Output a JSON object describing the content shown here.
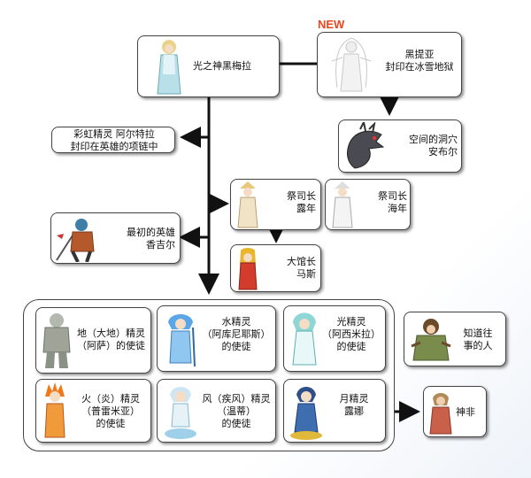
{
  "badge": "NEW",
  "nodes": {
    "light_god": "光之神黑梅拉",
    "hetia": "黑提亚\n封印在冰雪地狱",
    "space_cave": "空间的洞穴\n安布尔",
    "rainbow": "彩虹精灵 阿尔特拉\n封印在英雄的项链中",
    "priest_lu": "祭司长\n露年",
    "priest_hai": "祭司长\n海年",
    "hero": "最初的英雄\n香吉尔",
    "curator": "大馆长\n马斯",
    "earth": "地（大地）精灵\n（阿萨）的使徒",
    "water": "水精灵\n（阿库尼耶斯）\n的使徒",
    "light_spirit": "光精灵\n（阿西米拉）\n的使徒",
    "fire": "火（炎）精灵\n（普雷米亚）\n的使徒",
    "wind": "风（疾风）精灵\n（温蒂）\n的使徒",
    "moon": "月精灵\n露娜",
    "know_past": "知道往\n事的人",
    "shenfei": "神非"
  },
  "colors": {
    "line": "#111111",
    "border": "#444444",
    "badge": "#e8461e"
  }
}
